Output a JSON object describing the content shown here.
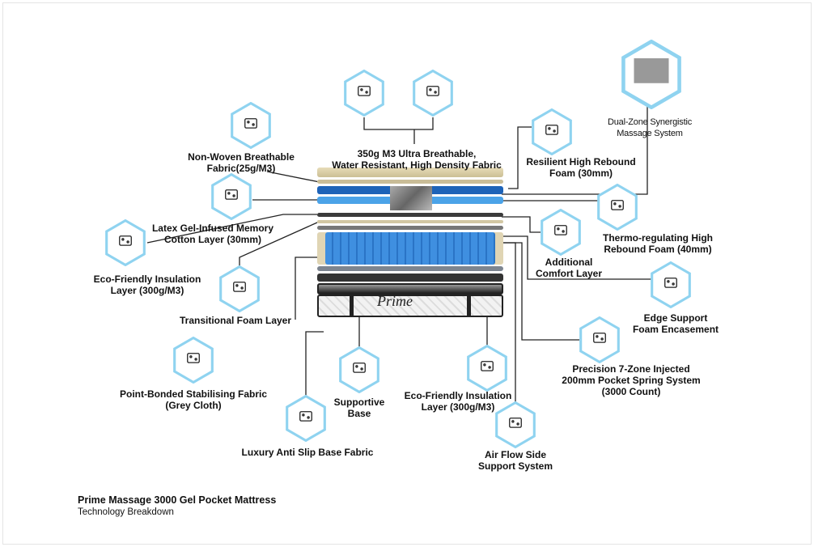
{
  "title": "Prime Massage 3000 Gel Pocket Mattress",
  "subtitle": "Technology Breakdown",
  "brand": "Prime",
  "accent_color": "#8fd3f0",
  "labels": {
    "top_fabric": "350g M3 Ultra Breathable,\nWater Resistant, High Density Fabric",
    "non_woven": "Non-Woven Breathable\nFabric(25g/M3)",
    "latex": "Latex Gel-Infused Memory\nCotton Layer (30mm)",
    "eco_left": "Eco-Friendly Insulation\nLayer (300g/M3)",
    "transitional": "Transitional Foam Layer",
    "point_bonded": "Point-Bonded Stabilising Fabric\n(Grey Cloth)",
    "supportive": "Supportive\nBase",
    "anti_slip": "Luxury Anti Slip Base Fabric",
    "eco_right": "Eco-Friendly Insulation\nLayer (300g/M3)",
    "air_flow": "Air Flow Side\nSupport System",
    "precision": "Precision 7-Zone Injected\n200mm Pocket Spring System\n(3000 Count)",
    "edge": "Edge Support\nFoam Encasement",
    "comfort": "Additional\nComfort Layer",
    "thermo": "Thermo-regulating High\nRebound Foam (40mm)",
    "resilient": "Resilient High Rebound\nFoam (30mm)",
    "dual_zone": "Dual-Zone Synergistic\nMassage System"
  },
  "icons": [
    "breathable-fabric-icon",
    "water-drop-icon",
    "non-woven-fabric-icon",
    "latex-foam-icon",
    "insulation-layer-icon",
    "transitional-foam-icon",
    "stabilising-fabric-icon",
    "supportive-base-icon",
    "anti-slip-fabric-icon",
    "insulation-layer-icon",
    "airflow-icon",
    "spring-icon",
    "edge-support-icon",
    "comfort-layer-icon",
    "thermo-foam-icon",
    "rebound-foam-icon",
    "massage-system-icon"
  ]
}
